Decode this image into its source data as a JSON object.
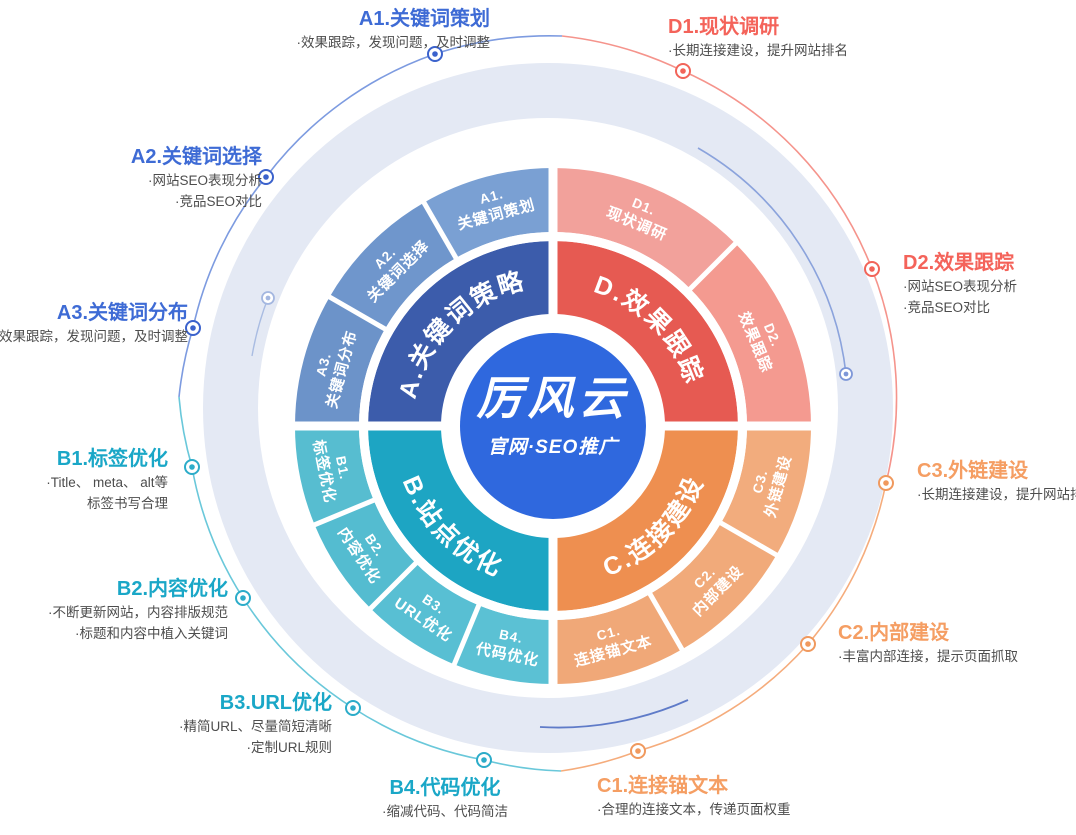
{
  "center": {
    "brand": "厉风云",
    "tagline": "官网·SEO推广"
  },
  "wheel": {
    "quadrants": {
      "a": {
        "label": "A.关键词策略"
      },
      "b": {
        "label": "B.站点优化"
      },
      "c": {
        "label": "C.连接建设"
      },
      "d": {
        "label": "D.效果跟踪"
      }
    },
    "segments": {
      "a1": {
        "code": "A1.",
        "name": "关键词策划"
      },
      "a2": {
        "code": "A2.",
        "name": "关键词选择"
      },
      "a3": {
        "code": "A3.",
        "name": "关键词分布"
      },
      "b1": {
        "code": "B1.",
        "name": "标签优化"
      },
      "b2": {
        "code": "B2.",
        "name": "内容优化"
      },
      "b3": {
        "code": "B3.",
        "name": "URL优化"
      },
      "b4": {
        "code": "B4.",
        "name": "代码优化"
      },
      "c1": {
        "code": "C1.",
        "name": "连接锚文本"
      },
      "c2": {
        "code": "C2.",
        "name": "内部建设"
      },
      "c3": {
        "code": "C3.",
        "name": "外链建设"
      },
      "d1": {
        "code": "D1.",
        "name": "现状调研"
      },
      "d2": {
        "code": "D2.",
        "name": "效果跟踪"
      }
    }
  },
  "callouts": {
    "a1": {
      "title": "A1.关键词策划",
      "lines": [
        "·效果跟踪，发现问题，及时调整"
      ]
    },
    "a2": {
      "title": "A2.关键词选择",
      "lines": [
        "·网站SEO表现分析",
        "·竞品SEO对比"
      ]
    },
    "a3": {
      "title": "A3.关键词分布",
      "lines": [
        "效果跟踪，发现问题，及时调整"
      ]
    },
    "b1": {
      "title": "B1.标签优化",
      "lines": [
        "·Title、 meta、 alt等",
        "标签书写合理"
      ]
    },
    "b2": {
      "title": "B2.内容优化",
      "lines": [
        "·不断更新网站，内容排版规范",
        "·标题和内容中植入关键词"
      ]
    },
    "b3": {
      "title": "B3.URL优化",
      "lines": [
        "·精简URL、尽量简短清晰",
        "·定制URL规则"
      ]
    },
    "b4": {
      "title": "B4.代码优化",
      "lines": [
        "·缩减代码、代码简洁"
      ]
    },
    "c1": {
      "title": "C1.连接锚文本",
      "lines": [
        "·合理的连接文本，传递页面权重"
      ]
    },
    "c2": {
      "title": "C2.内部建设",
      "lines": [
        "·丰富内部连接，提示页面抓取"
      ]
    },
    "c3": {
      "title": "C3.外链建设",
      "lines": [
        "·长期连接建设，提升网站排名"
      ]
    },
    "d1": {
      "title": "D1.现状调研",
      "lines": [
        "·长期连接建设，提升网站排名"
      ]
    },
    "d2": {
      "title": "D2.效果跟踪",
      "lines": [
        "·网站SEO表现分析",
        "·竞品SEO对比"
      ]
    }
  },
  "palette": {
    "center_blue": "#2f68de",
    "band": "#e4e9f4",
    "quadrant_a": "#3c5cab",
    "quadrant_b": "#1da5c3",
    "quadrant_c": "#ee8f50",
    "quadrant_d": "#e65a52",
    "segment_a": "#7098cd",
    "segment_b": "#58bed2",
    "segment_c": "#f1aa7a",
    "segment_d": "#f39d95",
    "callout_title_a": "#3e6bd5",
    "callout_title_b": "#1aa7c7",
    "callout_title_c": "#f59e63",
    "callout_title_d": "#f4635a",
    "callout_text": "#4d4d4d"
  }
}
